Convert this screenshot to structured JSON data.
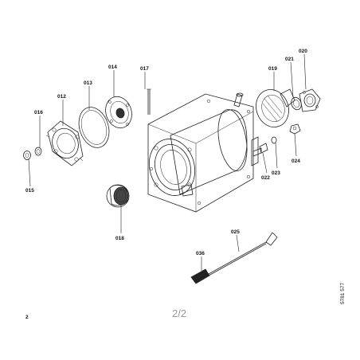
{
  "parts": {
    "p012": "012",
    "p013": "013",
    "p014": "014",
    "p015": "015",
    "p016": "016",
    "p017": "017",
    "p018": "018",
    "p019": "019",
    "p020": "020",
    "p021": "021",
    "p022": "022",
    "p023": "023",
    "p024": "024",
    "p025": "025",
    "p036": "036"
  },
  "footer": {
    "page_number": "2",
    "sheet": "2/2",
    "document_code": "5781 577"
  }
}
